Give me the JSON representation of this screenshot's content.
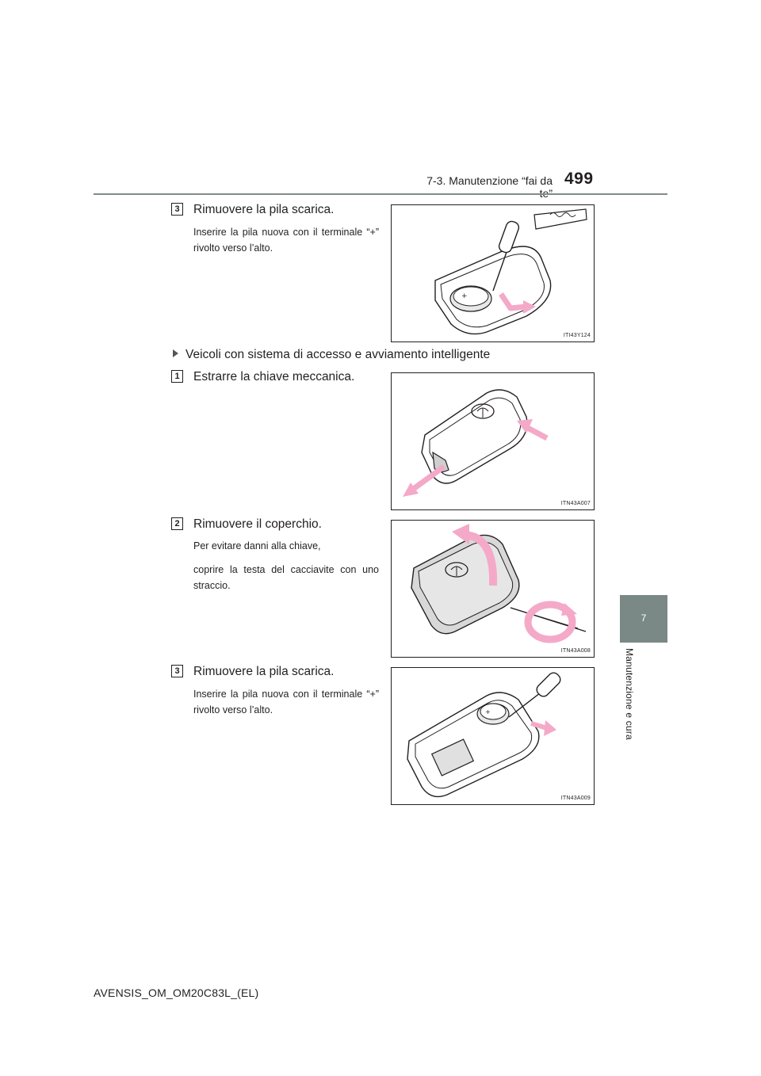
{
  "header": {
    "section_title": "7-3. Manutenzione “fai da te”",
    "page_number": "499"
  },
  "side_tab": {
    "chapter_number": "7",
    "chapter_title": "Manutenzione e cura"
  },
  "steps": [
    {
      "badge": "3",
      "title": "Rimuovere la pila scarica.",
      "body": [
        "Inserire la pila nuova con il terminale “+” rivolto verso l’alto."
      ],
      "figure_code": "ITI43Y124"
    },
    {
      "badge": "1",
      "title": "Estrarre la chiave meccanica.",
      "body": [],
      "figure_code": "ITN43A007"
    },
    {
      "badge": "2",
      "title": "Rimuovere il coperchio.",
      "body": [
        "Per evitare danni alla chiave,",
        "coprire la testa del cacciavite con uno straccio."
      ],
      "figure_code": "ITN43A008"
    },
    {
      "badge": "3",
      "title": "Rimuovere la pila scarica.",
      "body": [
        "Inserire la pila nuova con il terminale “+” rivolto verso l’alto."
      ],
      "figure_code": "ITN43A009"
    }
  ],
  "subheading": "Veicoli con sistema di accesso e avviamento intelligente",
  "footer": {
    "doc_code": "AVENSIS_OM_OM20C83L_(EL)"
  },
  "colors": {
    "accent_arrow": "#f4a9c8",
    "side_tab": "#7a8886",
    "rule": "#7f8c8a"
  }
}
